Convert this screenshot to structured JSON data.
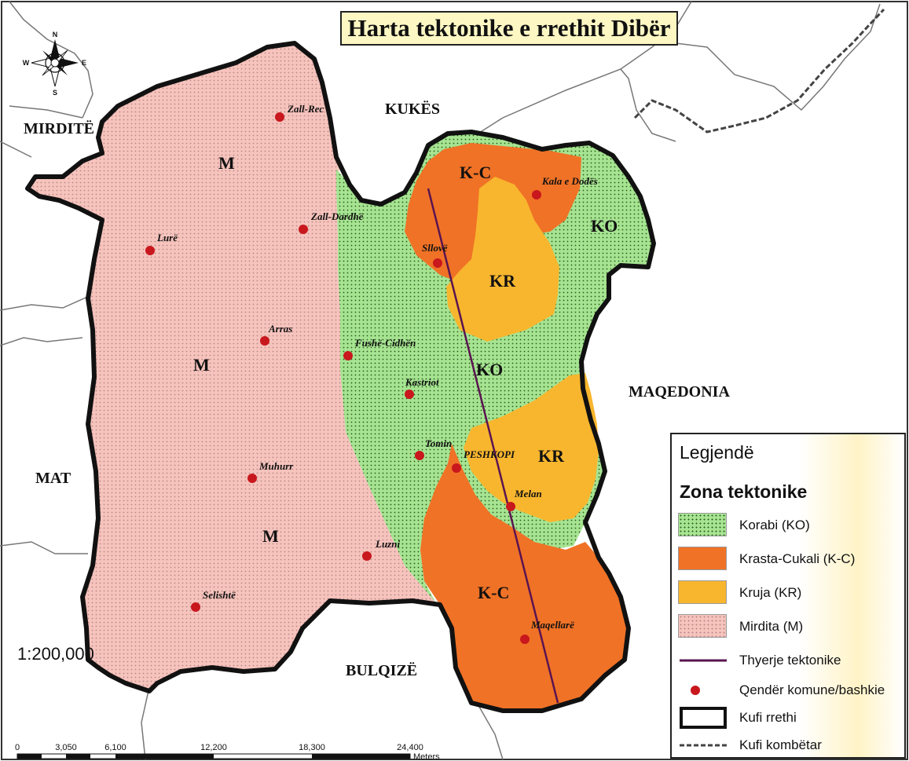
{
  "title": "Harta tektonike e rrethit Dibër",
  "compass": {
    "n": "N",
    "s": "S",
    "e": "E",
    "w": "W"
  },
  "regions": {
    "mirdite": "MIRDITË",
    "kukes": "KUKËS",
    "mat": "MAT",
    "maqedonia": "MAQEDONIA",
    "bulqize": "BULQIZË"
  },
  "zones": {
    "m1": "M",
    "m2": "M",
    "m3": "M",
    "kc1": "K-C",
    "kc2": "K-C",
    "ko1": "KO",
    "ko2": "KO",
    "kr1": "KR",
    "kr2": "KR"
  },
  "places": {
    "zall_rec": "Zall-Rec",
    "kala_e_dodes": "Kala e Dodës",
    "zall_dardhe": "Zall-Dardhë",
    "lure": "Lurë",
    "sllove": "Sllovë",
    "arras": "Arras",
    "fushe_cidhen": "Fushë-Cidhën",
    "kastriot": "Kastriot",
    "tomin": "Tomin",
    "peshkopi": "PESHKOPI",
    "melan": "Melan",
    "muhurr": "Muhurr",
    "luzni": "Luzni",
    "selishte": "Selishtë",
    "maqellare": "Maqellarë"
  },
  "scale": {
    "ratio": "1:200,000",
    "ticks": [
      "0",
      "3,050",
      "6,100",
      "12,200",
      "18,300",
      "24,400"
    ],
    "unit": "Meters"
  },
  "legend": {
    "title": "Legjendë",
    "subtitle": "Zona tektonike",
    "items": {
      "korabi": "Korabi (KO)",
      "krasta": "Krasta-Cukali (K-C)",
      "kruja": "Kruja (KR)",
      "mirdita": "Mirdita (M)",
      "thyerje": "Thyerje tektonike",
      "qender": "Qendër komune/bashkie",
      "kufi_rrethi": "Kufi rrethi",
      "kufi_kombetar": "Kufi kombëtar"
    }
  },
  "colors": {
    "korabi": "#a6e492",
    "krasta": "#f07226",
    "kruja": "#f8b62e",
    "mirdita": "#f6c3bd",
    "fault": "#5a1450",
    "center": "#c8171d"
  }
}
